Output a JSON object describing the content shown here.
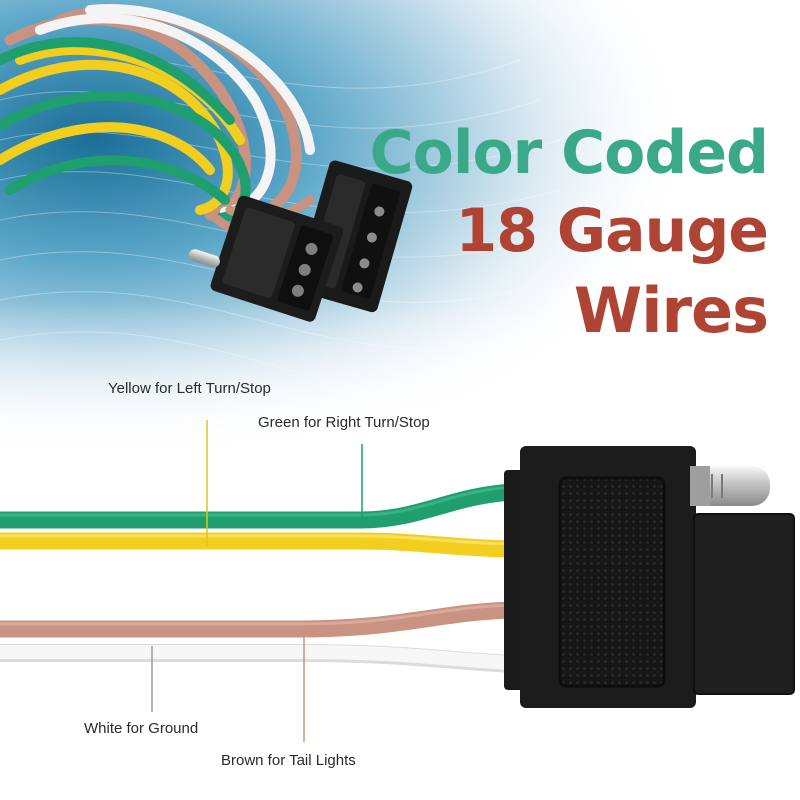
{
  "headline": {
    "line1": "Color Coded",
    "line2": "18 Gauge",
    "line3": "Wires"
  },
  "colors": {
    "headline_primary": "#3aa98a",
    "headline_secondary": "#b04434",
    "wire_green": "#1f9e6e",
    "wire_yellow": "#f2cf1e",
    "wire_brown": "#c99281",
    "wire_white": "#f4f4f4",
    "connector": "#1c1c1c"
  },
  "wires": [
    {
      "id": "yellow",
      "label": "Yellow for Left Turn/Stop"
    },
    {
      "id": "green",
      "label": "Green for Right Turn/Stop"
    },
    {
      "id": "white",
      "label": "White for Ground"
    },
    {
      "id": "brown",
      "label": "Brown for Tail Lights"
    }
  ]
}
